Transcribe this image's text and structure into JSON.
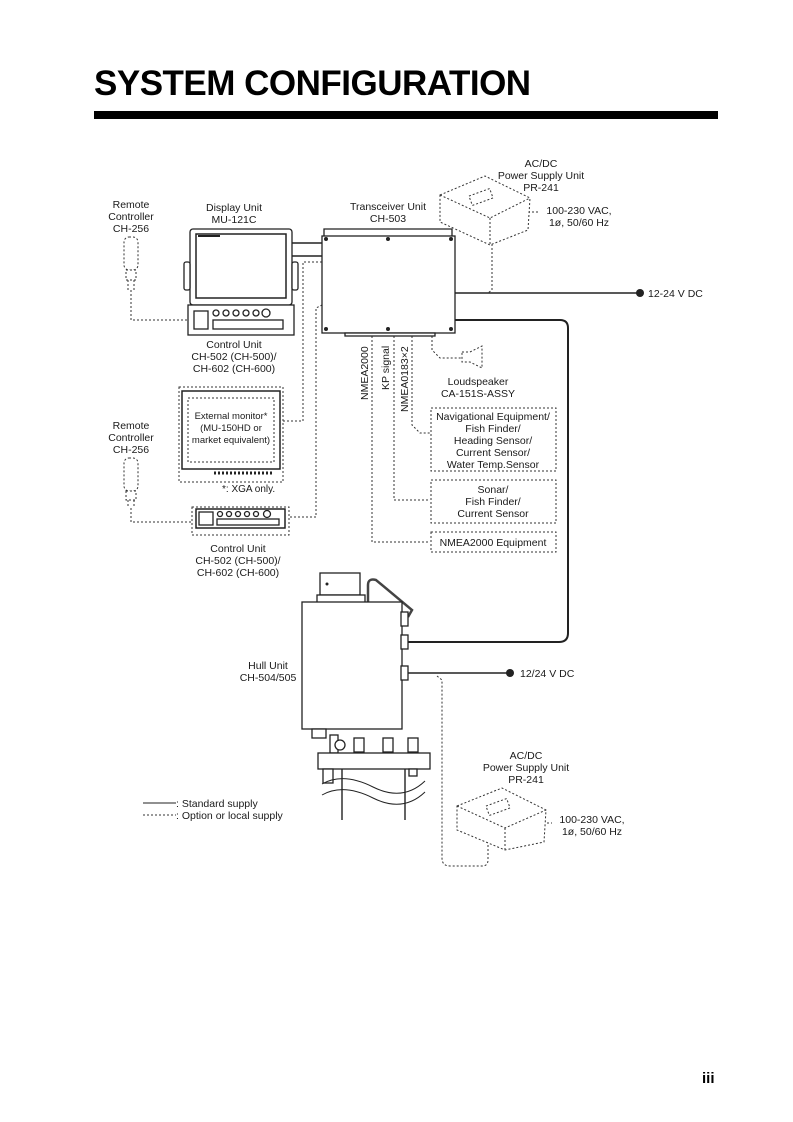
{
  "page": {
    "title": "SYSTEM CONFIGURATION",
    "page_number": "iii"
  },
  "diagram": {
    "remote_controller_top": [
      "Remote",
      "Controller",
      "CH-256"
    ],
    "display_unit": [
      "Display Unit",
      "MU-121C"
    ],
    "control_unit_top": [
      "Control Unit",
      "CH-502 (CH-500)/",
      "CH-602 (CH-600)"
    ],
    "transceiver_unit": [
      "Transceiver Unit",
      "CH-503"
    ],
    "psu_top": [
      "AC/DC",
      "Power Supply Unit",
      "PR-241"
    ],
    "psu_top_input": [
      "100-230 VAC,",
      "1ø, 50/60 Hz"
    ],
    "dc_top": "12-24 V DC",
    "signal_labels": [
      "NMEA2000",
      "KP signal",
      "NMEA0183×2"
    ],
    "loudspeaker": [
      "Loudspeaker",
      "CA-151S-ASSY"
    ],
    "nav_equipment": [
      "Navigational Equipment/",
      "Fish Finder/",
      "Heading Sensor/",
      "Current Sensor/",
      "Water Temp.Sensor"
    ],
    "sonar_box": [
      "Sonar/",
      "Fish Finder/",
      "Current Sensor"
    ],
    "nmea_equipment": "NMEA2000 Equipment",
    "external_monitor": [
      "External monitor*",
      "(MU-150HD or",
      "market equivalent)"
    ],
    "xga_note": "*: XGA only.",
    "remote_controller_bottom": [
      "Remote",
      "Controller",
      "CH-256"
    ],
    "control_unit_bottom": [
      "Control Unit",
      "CH-502 (CH-500)/",
      "CH-602 (CH-600)"
    ],
    "hull_unit": [
      "Hull Unit",
      "CH-504/505"
    ],
    "dc_bottom": "12/24 V DC",
    "psu_bottom": [
      "AC/DC",
      "Power Supply Unit",
      "PR-241"
    ],
    "psu_bottom_input": [
      "100-230 VAC,",
      "1ø, 50/60 Hz"
    ],
    "legend": {
      "standard": ": Standard supply",
      "option": ": Option or local supply"
    }
  }
}
